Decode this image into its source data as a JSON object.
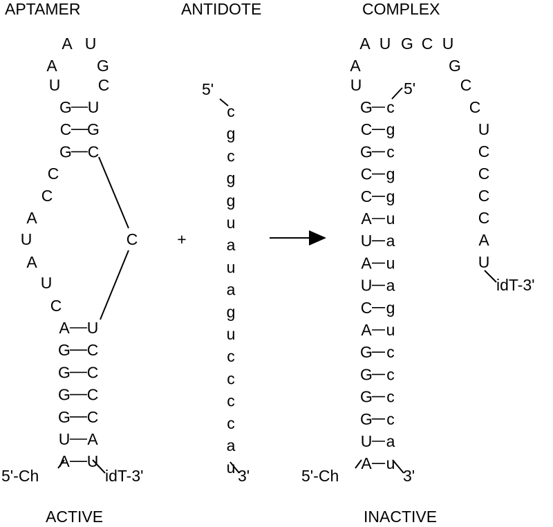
{
  "labels": {
    "aptamer": "APTAMER",
    "antidote": "ANTIDOTE",
    "complex": "COMPLEX",
    "active": "ACTIVE",
    "inactive": "INACTIVE",
    "plus": "+",
    "aptamer_5": "5'-Ch",
    "aptamer_3": "idT-3'",
    "antidote_5": "5'",
    "antidote_3": "3'",
    "complex_5": "5'-Ch",
    "complex_3_stem": "3'",
    "complex_5_top": "5'",
    "complex_3_tail": "idT-3'"
  },
  "aptamer": {
    "loop_top": [
      "A",
      "U",
      "A",
      "G",
      "U",
      "C"
    ],
    "upper_stem": [
      [
        "G",
        "U"
      ],
      [
        "C",
        "G"
      ],
      [
        "G",
        "C"
      ]
    ],
    "left_bulge": [
      "C",
      "C",
      "A",
      "U",
      "A",
      "U",
      "C"
    ],
    "right_bulge": [
      "C"
    ],
    "lower_stem": [
      [
        "A",
        "U"
      ],
      [
        "G",
        "C"
      ],
      [
        "G",
        "C"
      ],
      [
        "G",
        "C"
      ],
      [
        "G",
        "C"
      ],
      [
        "U",
        "A"
      ],
      [
        "A",
        "U"
      ]
    ]
  },
  "antidote": {
    "sequence": [
      "c",
      "g",
      "c",
      "g",
      "g",
      "u",
      "a",
      "u",
      "a",
      "g",
      "u",
      "c",
      "c",
      "c",
      "c",
      "a",
      "u"
    ]
  },
  "complex": {
    "loop_top": [
      "A",
      "U",
      "G",
      "C",
      "U",
      "A",
      "U",
      "G"
    ],
    "stem": [
      [
        "G",
        "c"
      ],
      [
        "C",
        "g"
      ],
      [
        "G",
        "c"
      ],
      [
        "C",
        "g"
      ],
      [
        "C",
        "g"
      ],
      [
        "A",
        "u"
      ],
      [
        "U",
        "a"
      ],
      [
        "A",
        "u"
      ],
      [
        "U",
        "a"
      ],
      [
        "C",
        "g"
      ],
      [
        "A",
        "u"
      ],
      [
        "G",
        "c"
      ],
      [
        "G",
        "c"
      ],
      [
        "G",
        "c"
      ],
      [
        "G",
        "c"
      ],
      [
        "U",
        "a"
      ],
      [
        "A",
        "u"
      ]
    ],
    "tail": [
      "C",
      "C",
      "U",
      "C",
      "C",
      "C",
      "C",
      "A",
      "U"
    ]
  }
}
